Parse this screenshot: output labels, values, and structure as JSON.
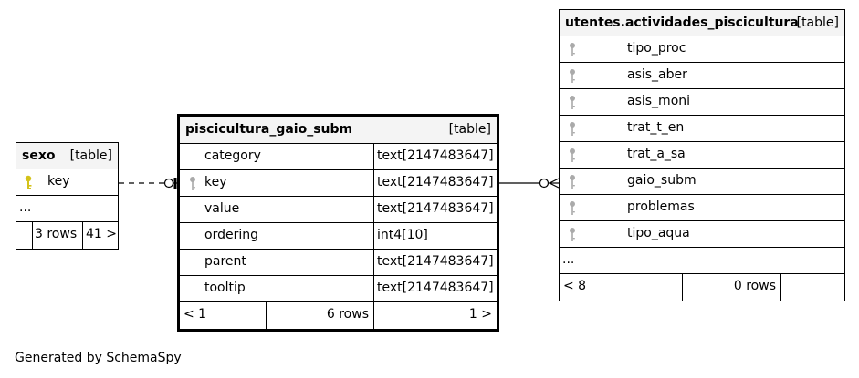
{
  "sexo": {
    "name": "sexo",
    "kind": "[table]",
    "columns": [
      {
        "name": "key",
        "key_icon": "key-icon-gold"
      }
    ],
    "ellipsis": "...",
    "footer": {
      "rows": "3 rows",
      "children": "41 >"
    }
  },
  "gaio": {
    "name": "piscicultura_gaio_subm",
    "kind": "[table]",
    "columns": [
      {
        "name": "category",
        "type": "text[2147483647]"
      },
      {
        "name": "key",
        "type": "text[2147483647]",
        "key_icon": "key-icon-grey"
      },
      {
        "name": "value",
        "type": "text[2147483647]"
      },
      {
        "name": "ordering",
        "type": "int4[10]"
      },
      {
        "name": "parent",
        "type": "text[2147483647]"
      },
      {
        "name": "tooltip",
        "type": "text[2147483647]"
      }
    ],
    "footer": {
      "parents": "< 1",
      "rows": "6 rows",
      "children": "1 >"
    }
  },
  "utentes": {
    "name": "utentes.actividades_piscicultura",
    "kind": "[table]",
    "columns": [
      {
        "name": "tipo_proc",
        "key_icon": "key-icon-grey"
      },
      {
        "name": "asis_aber",
        "key_icon": "key-icon-grey"
      },
      {
        "name": "asis_moni",
        "key_icon": "key-icon-grey"
      },
      {
        "name": "trat_t_en",
        "key_icon": "key-icon-grey"
      },
      {
        "name": "trat_a_sa",
        "key_icon": "key-icon-grey"
      },
      {
        "name": "gaio_subm",
        "key_icon": "key-icon-grey"
      },
      {
        "name": "problemas",
        "key_icon": "key-icon-grey"
      },
      {
        "name": "tipo_aqua",
        "key_icon": "key-icon-grey"
      }
    ],
    "ellipsis": "...",
    "footer": {
      "parents": "< 8",
      "rows": "0 rows",
      "children": ""
    }
  },
  "generated_by": "Generated by SchemaSpy",
  "colors": {
    "gold_key": "#d4c21a",
    "grey_key": "#aaaaaa",
    "header_bg": "#f4f4f4"
  }
}
